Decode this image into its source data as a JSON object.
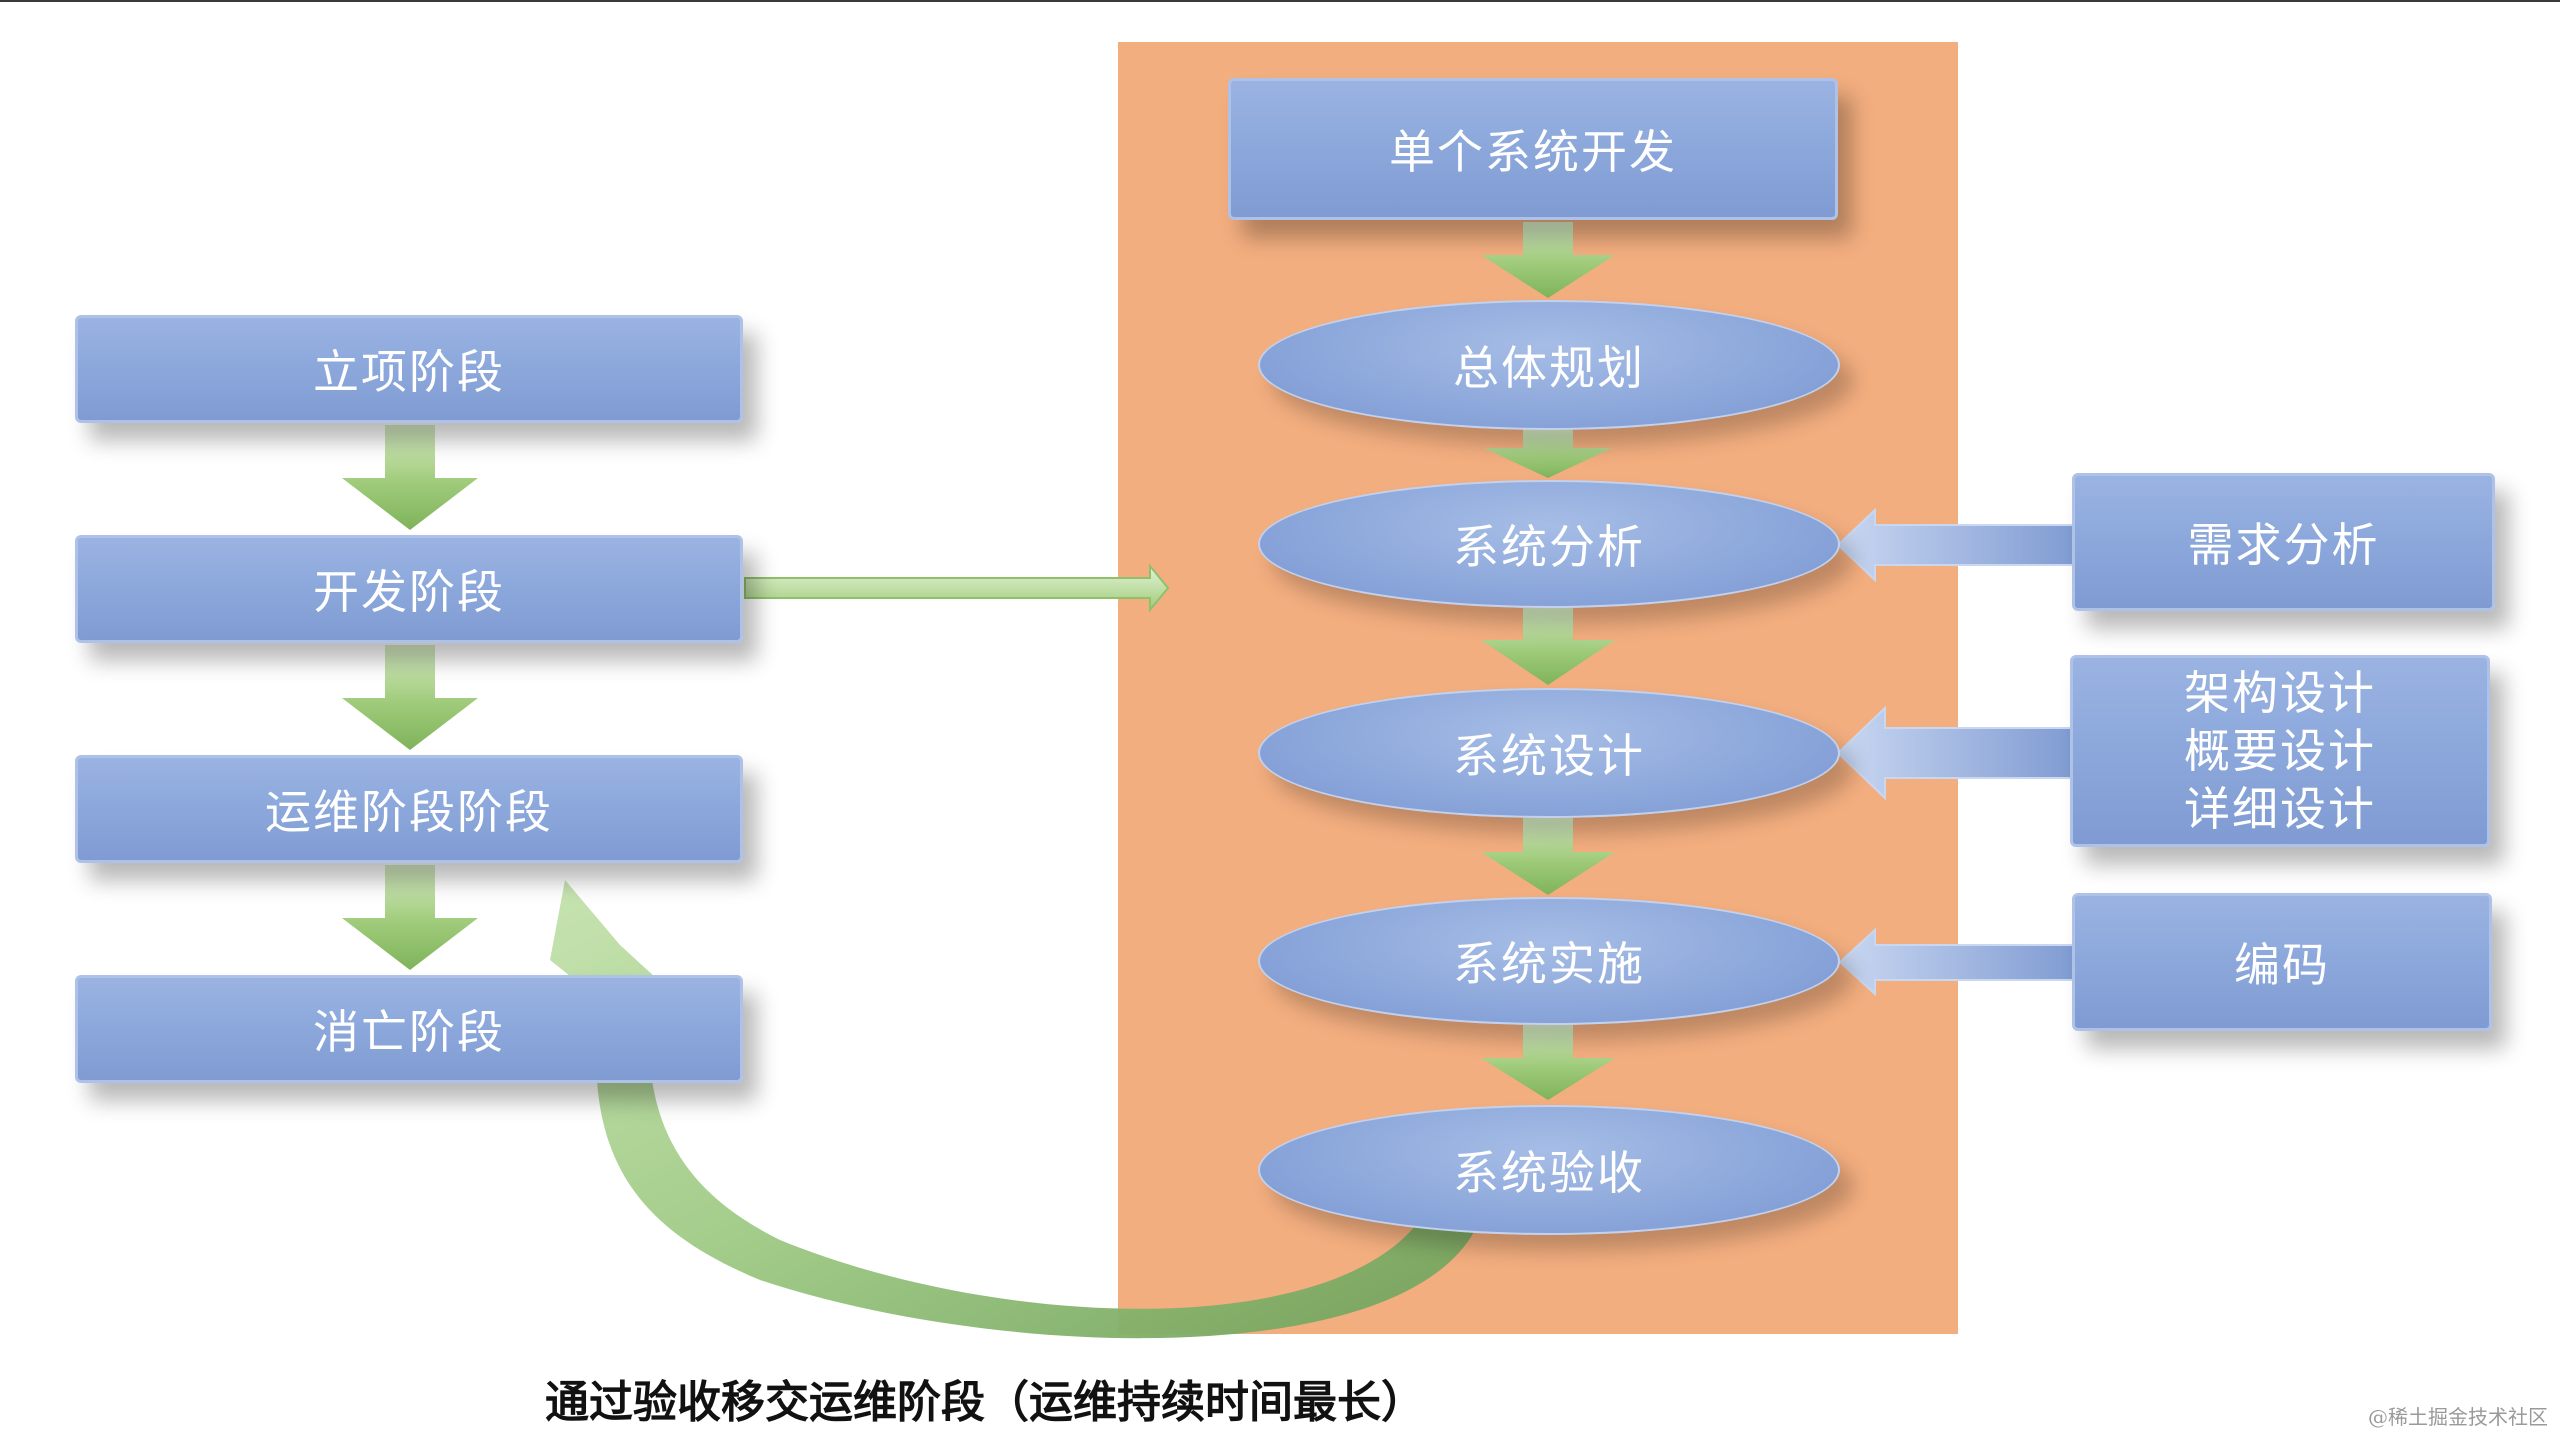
{
  "left_stages": [
    "立项阶段",
    "开发阶段",
    "运维阶段阶段",
    "消亡阶段"
  ],
  "right_flow": {
    "header": "单个系统开发",
    "steps": [
      "总体规划",
      "系统分析",
      "系统设计",
      "系统实施",
      "系统验收"
    ]
  },
  "side_inputs": {
    "analysis": "需求分析",
    "design": [
      "架构设计",
      "概要设计",
      "详细设计"
    ],
    "implementation": "编码"
  },
  "caption": "通过验收移交运维阶段（运维持续时间最长）",
  "watermark": "@稀土掘金技术社区",
  "colors": {
    "box_fill": "#8aa6da",
    "panel": "#f3ae7f",
    "arrow_green": "#8fc06a",
    "text_white": "#ffffff"
  }
}
